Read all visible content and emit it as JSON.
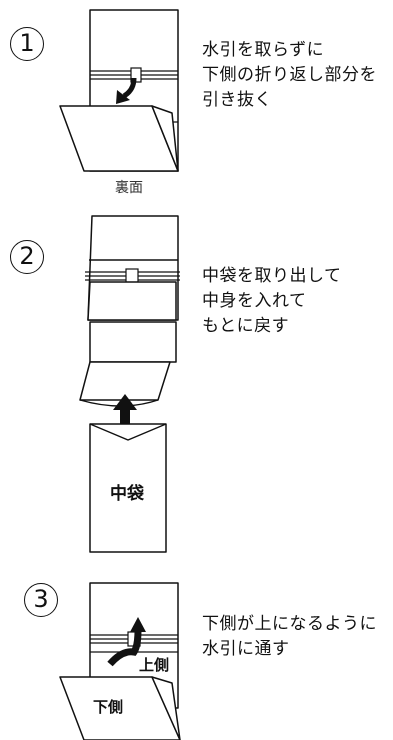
{
  "steps": [
    {
      "number": "1",
      "caption": "水引を取らずに\n下側の折り返し部分を\n引き抜く",
      "sublabel": "裏面"
    },
    {
      "number": "2",
      "caption": "中袋を取り出して\n中身を入れて\nもとに戻す",
      "inner_label": "中袋"
    },
    {
      "number": "3",
      "caption": "下側が上になるように\n水引に通す",
      "upper_label": "上側",
      "lower_label": "下側"
    }
  ]
}
